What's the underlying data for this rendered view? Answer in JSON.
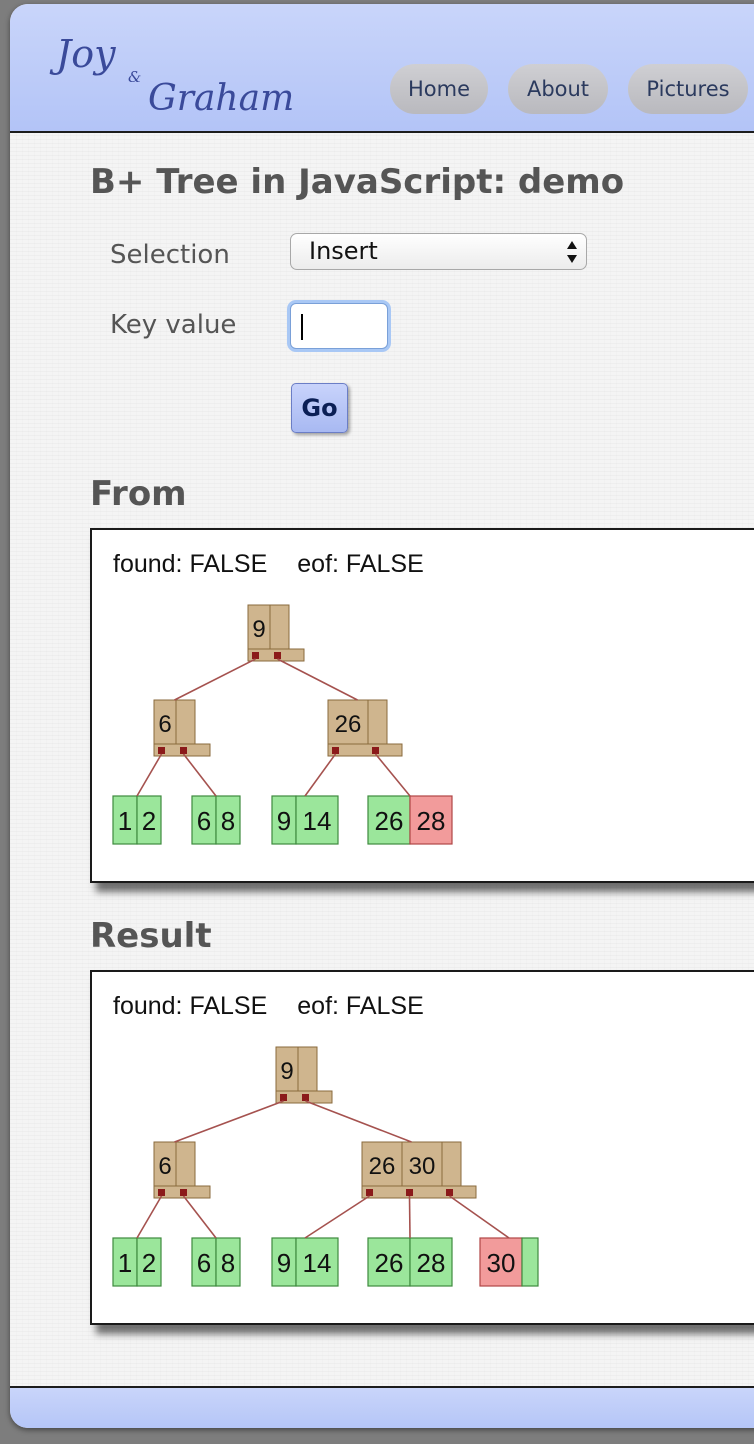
{
  "header": {
    "logo_line1": "Joy",
    "logo_amp": "&",
    "logo_line2": "Graham",
    "nav": [
      {
        "label": "Home"
      },
      {
        "label": "About"
      },
      {
        "label": "Pictures"
      }
    ]
  },
  "main": {
    "title": "B+ Tree in JavaScript: demo",
    "selection_label": "Selection",
    "selection_value": "Insert",
    "key_label": "Key value",
    "key_value": "",
    "go_label": "Go"
  },
  "colors": {
    "internal_node": "#cfb58e",
    "leaf_normal": "#9be69b",
    "leaf_highlight": "#f29b9b",
    "edge": "#a5524f",
    "pointer": "#8b1a1a"
  },
  "from": {
    "heading": "From",
    "found_label": "found: FALSE",
    "eof_label": "eof: FALSE",
    "tree": {
      "root": {
        "keys": [
          "9"
        ]
      },
      "internal": [
        {
          "keys": [
            "6"
          ]
        },
        {
          "keys": [
            "26"
          ]
        }
      ],
      "leaves": [
        {
          "keys": [
            "1",
            "2"
          ],
          "highlight": []
        },
        {
          "keys": [
            "6",
            "8"
          ],
          "highlight": []
        },
        {
          "keys": [
            "9",
            "14"
          ],
          "highlight": []
        },
        {
          "keys": [
            "26",
            "28"
          ],
          "highlight": [
            1
          ]
        }
      ]
    }
  },
  "result": {
    "heading": "Result",
    "found_label": "found: FALSE",
    "eof_label": "eof: FALSE",
    "tree": {
      "root": {
        "keys": [
          "9"
        ]
      },
      "internal": [
        {
          "keys": [
            "6"
          ]
        },
        {
          "keys": [
            "26",
            "30"
          ]
        }
      ],
      "leaves": [
        {
          "keys": [
            "1",
            "2"
          ],
          "highlight": []
        },
        {
          "keys": [
            "6",
            "8"
          ],
          "highlight": []
        },
        {
          "keys": [
            "9",
            "14"
          ],
          "highlight": []
        },
        {
          "keys": [
            "26",
            "28"
          ],
          "highlight": []
        },
        {
          "keys": [
            "30",
            ""
          ],
          "highlight": [
            0
          ]
        }
      ]
    }
  }
}
